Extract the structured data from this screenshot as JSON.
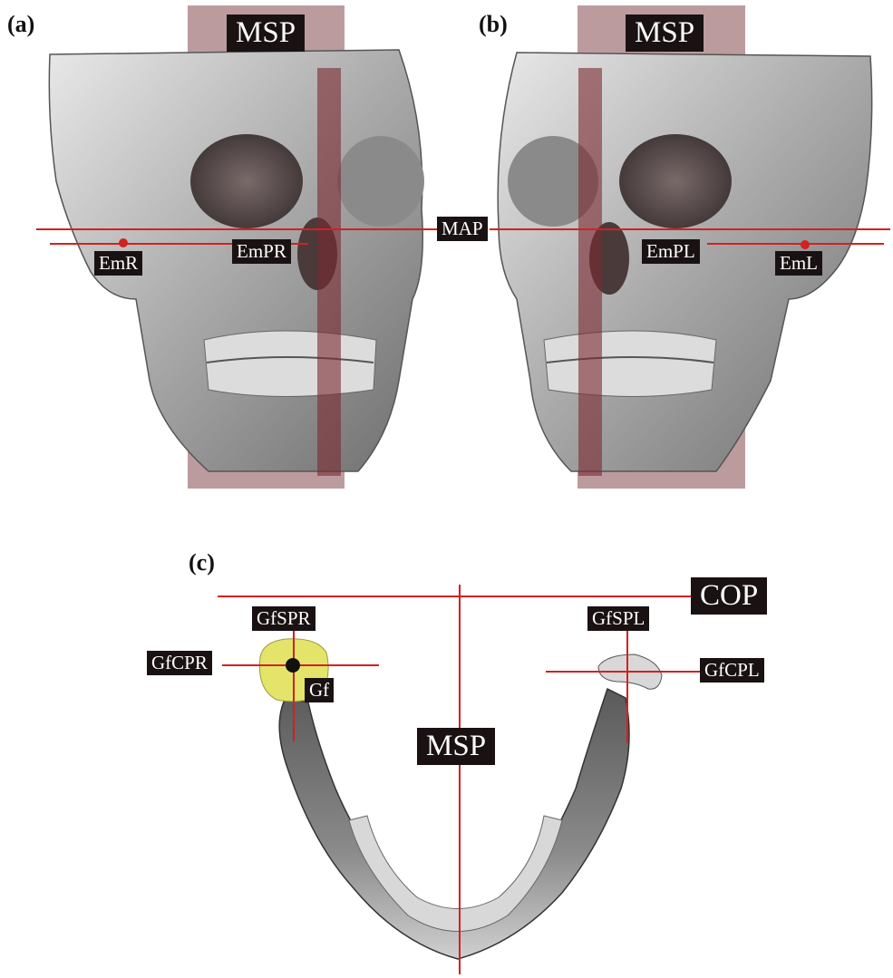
{
  "panels": {
    "a": "(a)",
    "b": "(b)",
    "c": "(c)"
  },
  "labels": {
    "msp_a": "MSP",
    "msp_b": "MSP",
    "map": "MAP",
    "emr": "EmR",
    "empr": "EmPR",
    "empl": "EmPL",
    "eml": "EmL",
    "cop": "COP",
    "gfspr": "GfSPR",
    "gfcpr": "GfCPR",
    "gf": "Gf",
    "gfspl": "GfSPL",
    "gfcpl": "GfCPL",
    "msp_c": "MSP"
  },
  "colors": {
    "line_red": "#d42020",
    "plane_maroon": "#8c4a50",
    "label_bg": "#1a1212",
    "bone_gray": "#b9b9b9",
    "condyle_yellow": "#e4e46a"
  }
}
